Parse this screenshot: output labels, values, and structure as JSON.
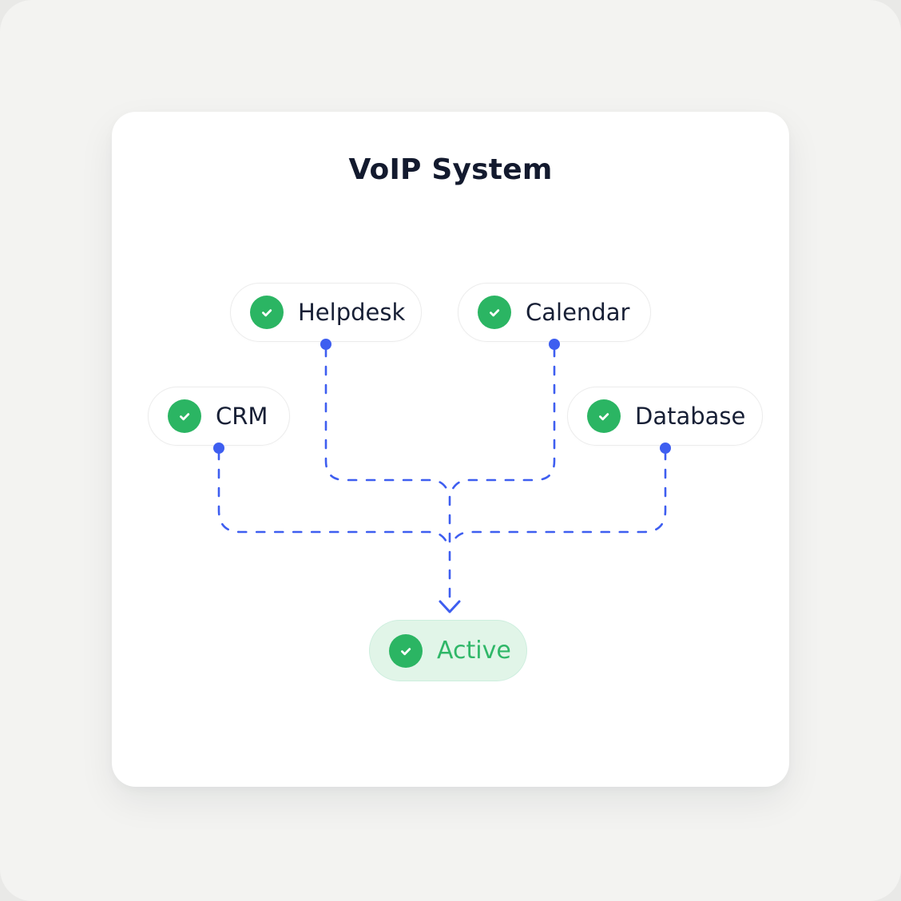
{
  "title": "VoIP System",
  "nodes": [
    {
      "id": "helpdesk",
      "label": "Helpdesk",
      "icon": "check-icon",
      "state": "connected"
    },
    {
      "id": "calendar",
      "label": "Calendar",
      "icon": "check-icon",
      "state": "connected"
    },
    {
      "id": "crm",
      "label": "CRM",
      "icon": "check-icon",
      "state": "connected"
    },
    {
      "id": "database",
      "label": "Database",
      "icon": "check-icon",
      "state": "connected"
    }
  ],
  "result": {
    "id": "active",
    "label": "Active",
    "icon": "check-icon"
  },
  "colors": {
    "connector_blue": "#3e5ef0",
    "check_green": "#2bb563",
    "active_text_green": "#2fb768",
    "active_bg": "#e1f5e8",
    "active_border": "#cdeede",
    "label_text": "#171f35",
    "title_text": "#131a2e",
    "card_bg": "#ffffff",
    "page_bg": "#f3f3f1"
  }
}
